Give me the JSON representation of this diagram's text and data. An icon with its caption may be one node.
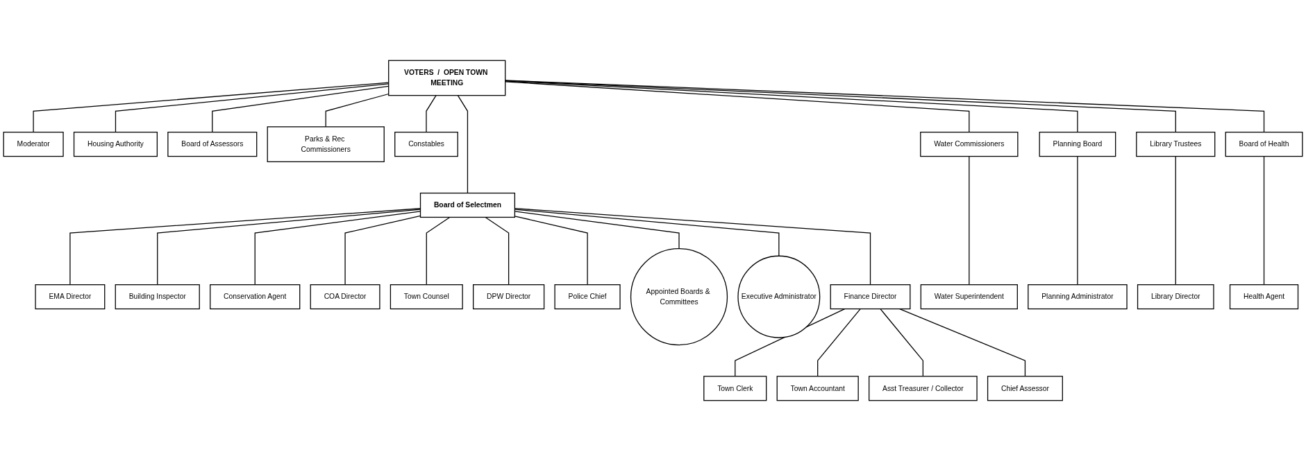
{
  "diagram": {
    "nodes": [
      {
        "text": [
          "VOTERS  /  OPEN TOWN MEETING"
        ]
      },
      {
        "text": [
          "Board of Selectmen"
        ]
      },
      {
        "text": [
          "Moderator"
        ]
      },
      {
        "text": [
          "Housing Authority"
        ]
      },
      {
        "text": [
          "Board of Assessors"
        ]
      },
      {
        "text": [
          "Parks & Rec Commissioners"
        ]
      },
      {
        "text": [
          "Constables"
        ]
      },
      {
        "text": [
          "Water Commissioners"
        ]
      },
      {
        "text": [
          "Planning Board"
        ]
      },
      {
        "text": [
          "Library Trustees"
        ]
      },
      {
        "text": [
          "Board of Health"
        ]
      },
      {
        "text": [
          "Appointed Boards & Committees"
        ]
      },
      {
        "text": [
          "Executive Administrator"
        ]
      },
      {
        "text": [
          "Finance Director"
        ]
      },
      {
        "text": [
          "EMA Director"
        ]
      },
      {
        "text": [
          "Building Inspector"
        ]
      },
      {
        "text": [
          "Conservation Agent"
        ]
      },
      {
        "text": [
          "COA Director"
        ]
      },
      {
        "text": [
          "Town Counsel"
        ]
      },
      {
        "text": [
          "DPW Director"
        ]
      },
      {
        "text": [
          "Police Chief"
        ]
      },
      {
        "text": [
          "Water Superintendent"
        ]
      },
      {
        "text": [
          "Planning Administrator"
        ]
      },
      {
        "text": [
          "Library Director"
        ]
      },
      {
        "text": [
          "Health Agent"
        ]
      },
      {
        "text": [
          "Town Clerk"
        ]
      },
      {
        "text": [
          "Town Accountant"
        ]
      },
      {
        "text": [
          "Asst Treasurer / Collector"
        ]
      },
      {
        "text": [
          "Chief Assessor"
        ]
      }
    ],
    "edges": [
      {
        "from": 0,
        "to": 2,
        "arrow": "none"
      },
      {
        "from": 0,
        "to": 3,
        "arrow": "none"
      },
      {
        "from": 0,
        "to": 4,
        "arrow": "none"
      },
      {
        "from": 0,
        "to": 5,
        "arrow": "none"
      },
      {
        "from": 0,
        "to": 6,
        "arrow": "none"
      },
      {
        "from": 0,
        "to": 1,
        "arrow": "none"
      },
      {
        "from": 0,
        "to": 7,
        "arrow": "none"
      },
      {
        "from": 0,
        "to": 8,
        "arrow": "none"
      },
      {
        "from": 0,
        "to": 9,
        "arrow": "none"
      },
      {
        "from": 0,
        "to": 10,
        "arrow": "none"
      },
      {
        "from": 1,
        "to": 11,
        "arrow": "none"
      },
      {
        "from": 1,
        "to": 12,
        "arrow": "none"
      },
      {
        "from": 1,
        "to": 14,
        "arrow": "none"
      },
      {
        "from": 1,
        "to": 15,
        "arrow": "none"
      },
      {
        "from": 1,
        "to": 16,
        "arrow": "none"
      },
      {
        "from": 1,
        "to": 17,
        "arrow": "none"
      },
      {
        "from": 1,
        "to": 18,
        "arrow": "none"
      },
      {
        "from": 1,
        "to": 19,
        "arrow": "none"
      },
      {
        "from": 1,
        "to": 20,
        "arrow": "none"
      },
      {
        "from": 1,
        "to": 13,
        "arrow": "none"
      },
      {
        "from": 7,
        "to": 21,
        "arrow": "none"
      },
      {
        "from": 8,
        "to": 22,
        "arrow": "none"
      },
      {
        "from": 9,
        "to": 23,
        "arrow": "none"
      },
      {
        "from": 10,
        "to": 24,
        "arrow": "none"
      },
      {
        "from": 13,
        "to": 25,
        "arrow": "none"
      },
      {
        "from": 13,
        "to": 26,
        "arrow": "none"
      },
      {
        "from": 13,
        "to": 27,
        "arrow": "none"
      },
      {
        "from": 13,
        "to": 28,
        "arrow": "none"
      }
    ]
  }
}
